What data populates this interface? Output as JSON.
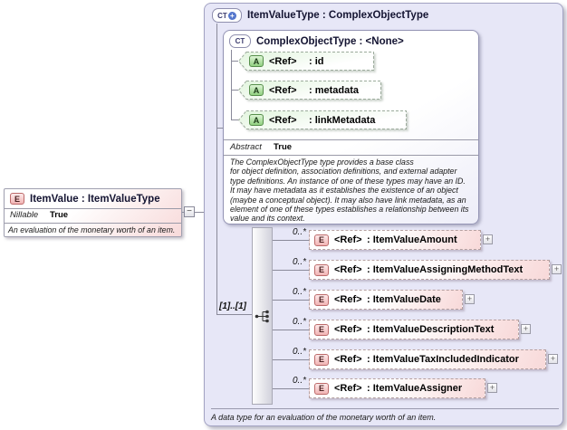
{
  "icons": {
    "element_glyph": "E",
    "attribute_glyph": "A",
    "complex_type_glyph": "CT",
    "plus_badge_glyph": "+",
    "collapse_glyph": "−",
    "expand_glyph": "+"
  },
  "left_element": {
    "title": "ItemValue : ItemValueType",
    "facts": [
      {
        "label": "Nillable",
        "value": "True"
      }
    ],
    "description": "An evaluation of the monetary worth of an item."
  },
  "panel": {
    "title": "ItemValueType : ComplexObjectType",
    "footer": "A data type for an evaluation of the monetary worth of an item.",
    "base_type": {
      "title": "ComplexObjectType : <None>",
      "attributes": [
        {
          "ref": "<Ref>",
          "name": ": id"
        },
        {
          "ref": "<Ref>",
          "name": ": metadata"
        },
        {
          "ref": "<Ref>",
          "name": ": linkMetadata"
        }
      ],
      "facts": [
        {
          "label": "Abstract",
          "value": "True"
        }
      ],
      "documentation": "The ComplexObjectType type provides a base class\nfor object definition, association definitions, and external adapter\ntype definitions. An instance of one of these types may have an ID.\nIt may have metadata as it establishes the existence of an object\n(maybe a conceptual object). It may also have link metadata, as an\nelement of one of these types establishes a relationship between its\nvalue and its context."
    },
    "sequence": {
      "cardinality": "[1]..[1]",
      "elements": [
        {
          "occurs": "0..*",
          "ref": "<Ref>",
          "name": ": ItemValueAmount"
        },
        {
          "occurs": "0..*",
          "ref": "<Ref>",
          "name": ": ItemValueAssigningMethodText"
        },
        {
          "occurs": "0..*",
          "ref": "<Ref>",
          "name": ": ItemValueDate"
        },
        {
          "occurs": "0..*",
          "ref": "<Ref>",
          "name": ": ItemValueDescriptionText"
        },
        {
          "occurs": "0..*",
          "ref": "<Ref>",
          "name": ": ItemValueTaxIncludedIndicator"
        },
        {
          "occurs": "0..*",
          "ref": "<Ref>",
          "name": ": ItemValueAssigner"
        }
      ]
    }
  }
}
